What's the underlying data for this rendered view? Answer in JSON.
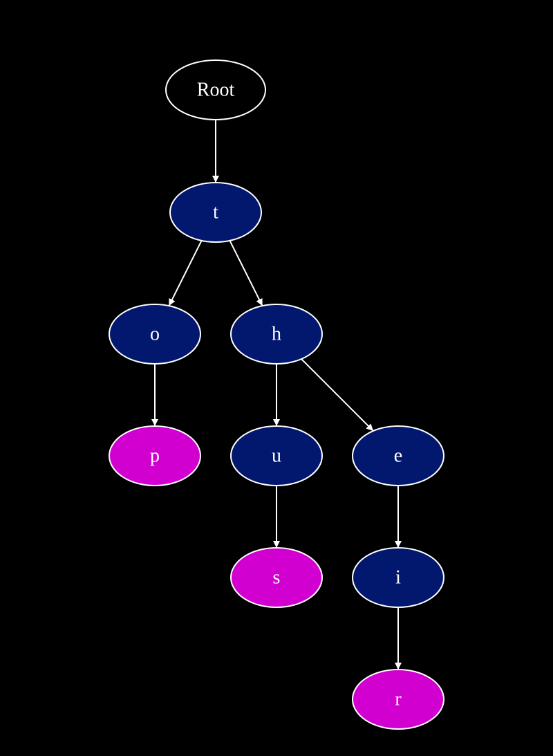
{
  "colors": {
    "background": "#000000",
    "root_fill": "#000000",
    "inner_fill": "#02186e",
    "leaf_fill": "#d100d1",
    "stroke": "#ffffff",
    "text": "#ffffff"
  },
  "graph": {
    "nodes": [
      {
        "id": "root",
        "label": "Root",
        "kind": "root"
      },
      {
        "id": "t",
        "label": "t",
        "kind": "inner"
      },
      {
        "id": "o",
        "label": "o",
        "kind": "inner"
      },
      {
        "id": "h",
        "label": "h",
        "kind": "inner"
      },
      {
        "id": "p",
        "label": "p",
        "kind": "leaf"
      },
      {
        "id": "u",
        "label": "u",
        "kind": "inner"
      },
      {
        "id": "e",
        "label": "e",
        "kind": "inner"
      },
      {
        "id": "s",
        "label": "s",
        "kind": "leaf"
      },
      {
        "id": "i",
        "label": "i",
        "kind": "inner"
      },
      {
        "id": "r",
        "label": "r",
        "kind": "leaf"
      }
    ],
    "edges": [
      {
        "from": "root",
        "to": "t"
      },
      {
        "from": "t",
        "to": "o"
      },
      {
        "from": "t",
        "to": "h"
      },
      {
        "from": "o",
        "to": "p"
      },
      {
        "from": "h",
        "to": "u"
      },
      {
        "from": "h",
        "to": "e"
      },
      {
        "from": "u",
        "to": "s"
      },
      {
        "from": "e",
        "to": "i"
      },
      {
        "from": "i",
        "to": "r"
      }
    ]
  }
}
